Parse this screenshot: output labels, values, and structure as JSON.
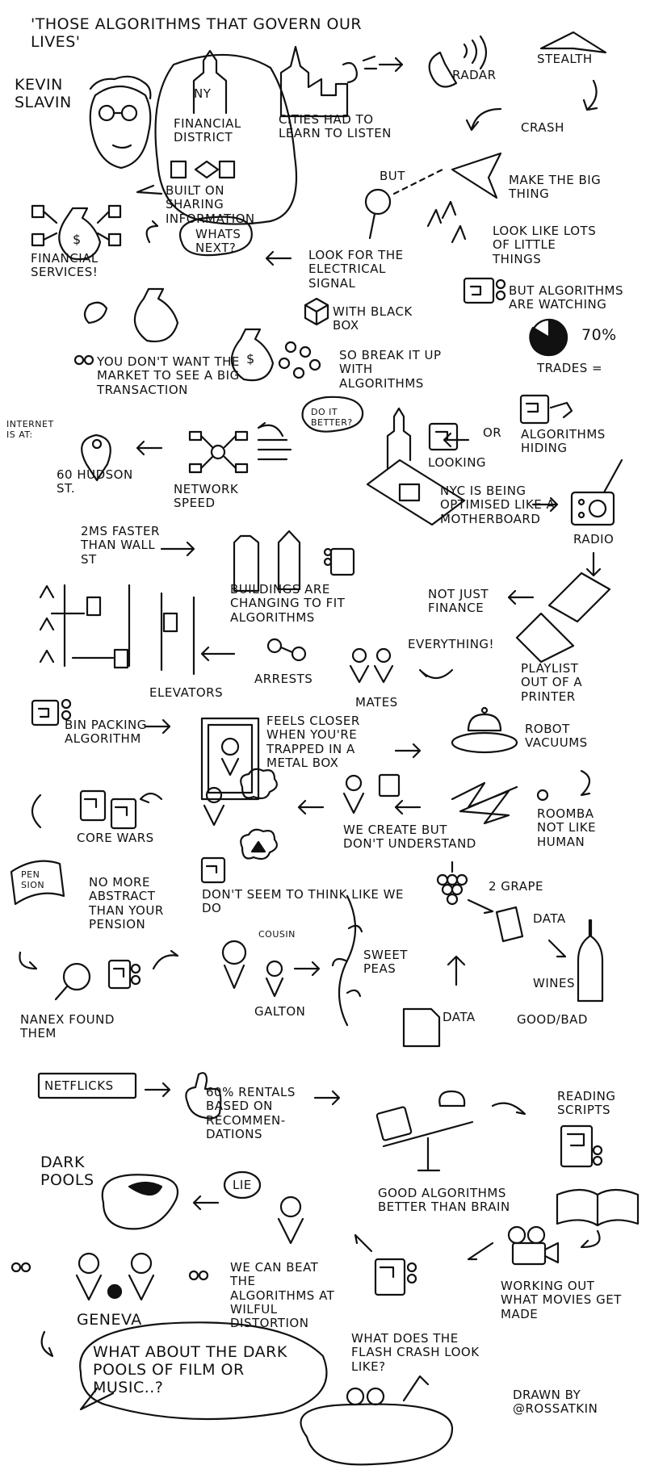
{
  "title": "'Those algorithms that govern our lives'",
  "speaker": "Kevin Slavin",
  "labels": {
    "ny": "NY",
    "financial_district": "Financial District",
    "built_on_sharing": "Built on sharing information",
    "cities_listen": "Cities had to learn to listen",
    "radar": "Radar",
    "stealth": "Stealth",
    "crash": "Crash",
    "but": "But",
    "make_big_thing": "Make the big thing",
    "look_like_little": "Look like lots of little things",
    "look_for_signal": "Look for the electrical signal",
    "whats_next": "Whats next?",
    "financial_services": "Financial services!",
    "with_black_box": "With black box",
    "so_break": "So break it up with algorithms",
    "but_algorithms_watching": "But algorithms are watching",
    "seventy_pct": "70%",
    "trades": "Trades =",
    "dont_want_market": "You don't want the market to see a big transaction",
    "do_it_better": "Do it better?",
    "or": "Or",
    "looking": "Looking",
    "algorithms_hiding": "Algorithms hiding",
    "internet_is_at": "Internet is at:",
    "hudson": "60 Hudson St.",
    "network_speed": "Network speed",
    "nyc_motherboard": "NYC is being optimised like a motherboard",
    "radio": "Radio",
    "two_ms": "2ms faster than Wall St",
    "buildings_changing": "Buildings are changing to fit algorithms",
    "not_just_finance": "Not just finance",
    "everything": "Everything!",
    "playlist": "Playlist out of a printer",
    "elevators": "Elevators",
    "arrests": "Arrests",
    "mates": "Mates",
    "bin_packing": "Bin packing algorithm",
    "feels_closer": "Feels closer when you're trapped in a metal box",
    "robot_vacuums": "Robot vacuums",
    "core_wars": "Core wars",
    "we_create": "We create but don't understand",
    "roomba": "Roomba not like human",
    "dont_seem_think": "Don't seem to think like we do",
    "pension_book": "Pen sion",
    "no_more_abstract": "No more abstract than your pension",
    "cousin": "Cousin",
    "grape": "2 Grape",
    "data": "Data",
    "sweet_peas": "Sweet peas",
    "wines": "Wines",
    "good_bad": "Good/Bad",
    "nanex": "Nanex found them",
    "galton": "Galton",
    "data2": "Data",
    "netflicks": "Netflicks",
    "sixty_pct": "60% rentals based on recommen-dations",
    "reading_scripts": "Reading scripts",
    "good_algorithms": "Good algorithms better than brain",
    "dark_pools": "Dark pools",
    "lie": "Lie",
    "we_can_beat": "We can beat the algorithms at wilful distortion",
    "working_out": "Working out what movies get made",
    "geneva": "Geneva",
    "flash_crash": "What does the flash crash look like?",
    "what_about": "What about the dark pools of film or music..?",
    "drawn_by": "Drawn by @rossatkin"
  },
  "colors": {
    "ink": "#111111",
    "paper": "#ffffff"
  }
}
